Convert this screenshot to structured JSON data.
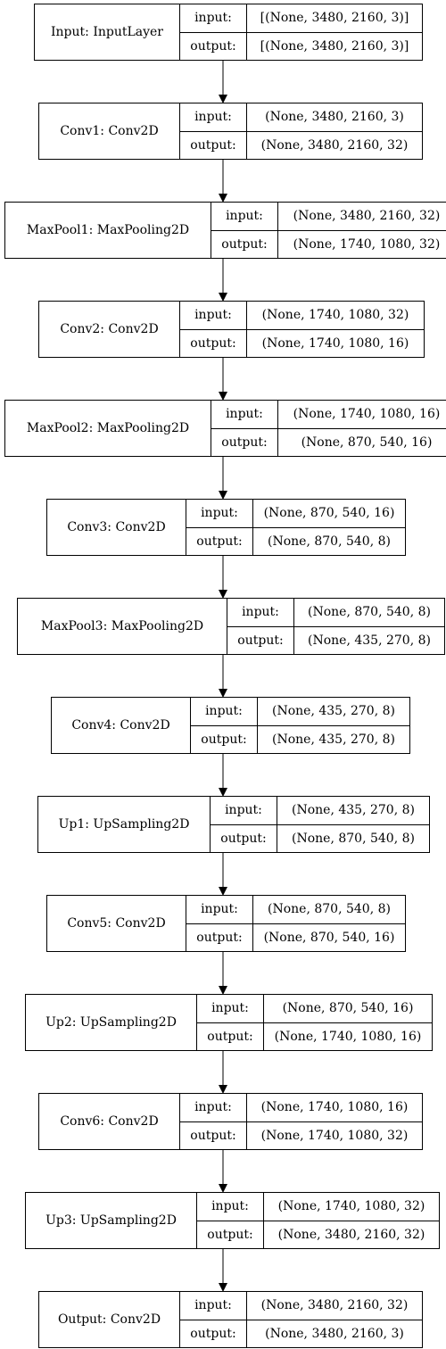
{
  "diagram": {
    "labels": {
      "input": "input:",
      "output": "output:"
    },
    "layers": [
      {
        "name": "Input: InputLayer",
        "input": "[(None, 3480, 2160, 3)]",
        "output": "[(None, 3480, 2160, 3)]"
      },
      {
        "name": "Conv1: Conv2D",
        "input": "(None, 3480, 2160, 3)",
        "output": "(None, 3480, 2160, 32)"
      },
      {
        "name": "MaxPool1: MaxPooling2D",
        "input": "(None, 3480, 2160, 32)",
        "output": "(None, 1740, 1080, 32)"
      },
      {
        "name": "Conv2: Conv2D",
        "input": "(None, 1740, 1080, 32)",
        "output": "(None, 1740, 1080, 16)"
      },
      {
        "name": "MaxPool2: MaxPooling2D",
        "input": "(None, 1740, 1080, 16)",
        "output": "(None, 870, 540, 16)"
      },
      {
        "name": "Conv3: Conv2D",
        "input": "(None, 870, 540, 16)",
        "output": "(None, 870, 540, 8)"
      },
      {
        "name": "MaxPool3: MaxPooling2D",
        "input": "(None, 870, 540, 8)",
        "output": "(None, 435, 270, 8)"
      },
      {
        "name": "Conv4: Conv2D",
        "input": "(None, 435, 270, 8)",
        "output": "(None, 435, 270, 8)"
      },
      {
        "name": "Up1: UpSampling2D",
        "input": "(None, 435, 270, 8)",
        "output": "(None, 870, 540, 8)"
      },
      {
        "name": "Conv5: Conv2D",
        "input": "(None, 870, 540, 8)",
        "output": "(None, 870, 540, 16)"
      },
      {
        "name": "Up2: UpSampling2D",
        "input": "(None, 870, 540, 16)",
        "output": "(None, 1740, 1080, 16)"
      },
      {
        "name": "Conv6: Conv2D",
        "input": "(None, 1740, 1080, 16)",
        "output": "(None, 1740, 1080, 32)"
      },
      {
        "name": "Up3: UpSampling2D",
        "input": "(None, 1740, 1080, 32)",
        "output": "(None, 3480, 2160, 32)"
      },
      {
        "name": "Output: Conv2D",
        "input": "(None, 3480, 2160, 32)",
        "output": "(None, 3480, 2160, 3)"
      }
    ]
  }
}
